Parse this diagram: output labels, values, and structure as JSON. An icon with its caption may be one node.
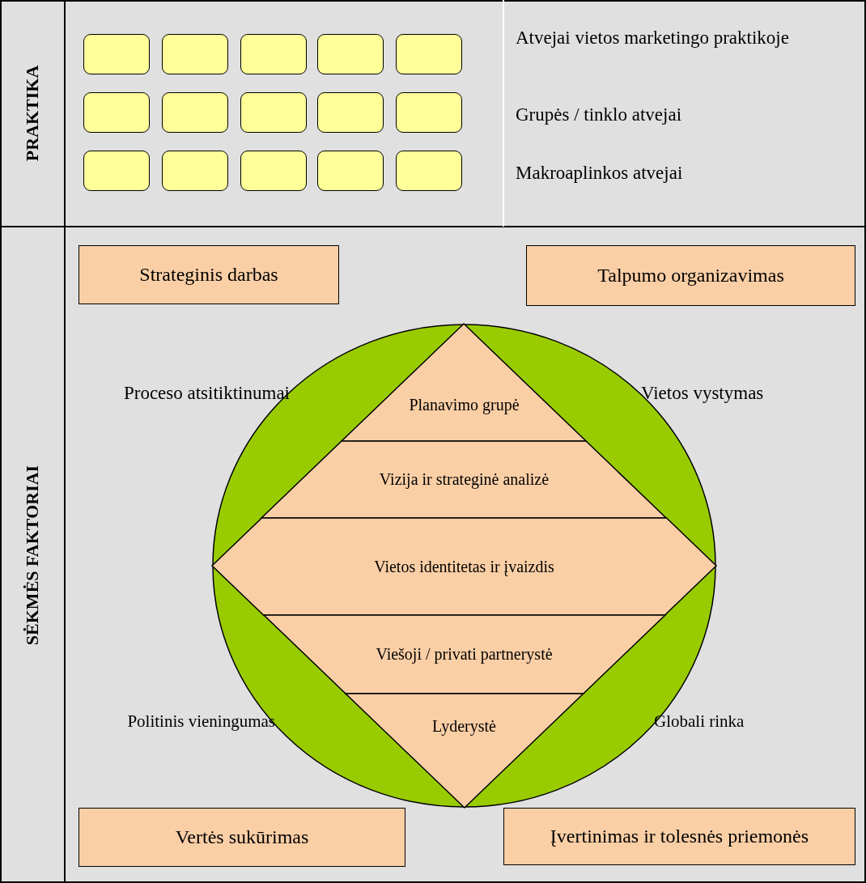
{
  "diagram": {
    "nodes": [
      {
        "text": [],
        "shape": "box"
      },
      {
        "text": [],
        "shape": "box"
      },
      {
        "text": [],
        "shape": "box"
      },
      {
        "text": [],
        "shape": "box"
      },
      {
        "text": [],
        "shape": "box"
      },
      {
        "text": [],
        "shape": "box"
      },
      {
        "text": [],
        "shape": "box"
      },
      {
        "text": [],
        "shape": "box"
      },
      {
        "text": [],
        "shape": "box"
      },
      {
        "text": [],
        "shape": "box"
      },
      {
        "text": [],
        "shape": "box"
      },
      {
        "text": [],
        "shape": "box"
      },
      {
        "text": [],
        "shape": "box"
      },
      {
        "text": [],
        "shape": "box"
      },
      {
        "text": [],
        "shape": "box"
      },
      {
        "text": [
          "Strateginis darbas"
        ]
      },
      {
        "text": [
          "Talpumo organizavimas"
        ]
      },
      {
        "text": [],
        "shape": "circle"
      },
      {
        "text": [
          "Planavimo grupė"
        ],
        "in": 17
      },
      {
        "text": [
          "Vizija ir strateginė analizė"
        ],
        "in": 17
      },
      {
        "text": [
          "Vietos identitetas ir įvaizdis"
        ],
        "in": 17
      },
      {
        "text": [
          "Viešoji / privati partnerystė"
        ],
        "in": 17
      },
      {
        "text": [
          "Lyderystė"
        ],
        "in": 17
      },
      {
        "text": [
          "Vertės sukūrimas"
        ]
      },
      {
        "text": [
          "Įvertinimas ir tolesnės priemonės"
        ]
      }
    ],
    "edges": [],
    "labels": [
      "PRAKTIKA",
      "Atvejai vietos marketingo praktikoje",
      "Grupės / tinklo atvejai",
      "Makroaplinkos atvejai",
      "SĖKMĖS FAKTORIAI",
      "Proceso atsitiktinumai",
      "Vietos vystymas",
      "Politinis vieningumas",
      "Globali rinka"
    ]
  }
}
